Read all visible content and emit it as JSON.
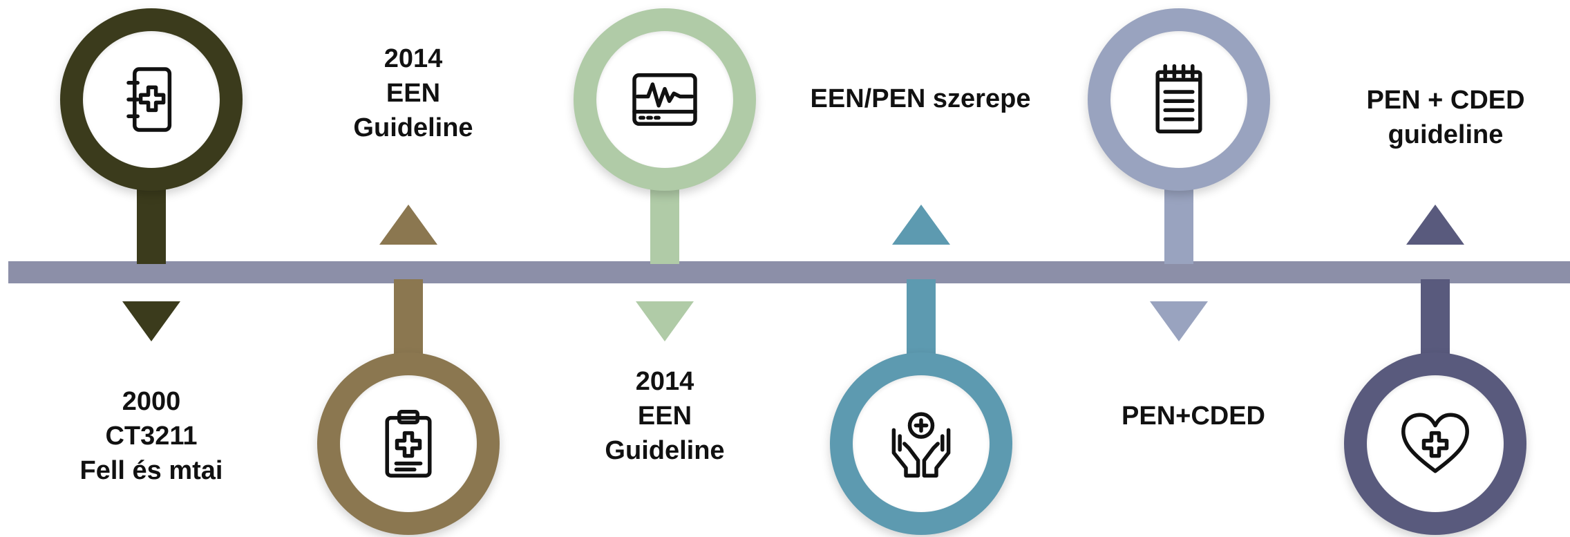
{
  "colors": {
    "axis": "#8c8fa8",
    "m1": "#3b3b1c",
    "m2": "#8b7750",
    "m3": "#b0cba7",
    "m4": "#5d9ab0",
    "m5": "#99a3bf",
    "m6": "#595a7d"
  },
  "milestones": [
    {
      "icon": "medical-notebook-icon",
      "lines": [
        "2000",
        "CT3211",
        "Fell és mtai"
      ]
    },
    {
      "icon": "medical-clipboard-icon",
      "lines": [
        "2014",
        "EEN",
        "Guideline"
      ]
    },
    {
      "icon": "heart-monitor-icon",
      "lines": [
        "2014",
        "EEN",
        "Guideline"
      ]
    },
    {
      "icon": "hands-care-icon",
      "lines": [
        "EEN/PEN szerepe"
      ]
    },
    {
      "icon": "notepad-icon",
      "lines": [
        "PEN+CDED"
      ]
    },
    {
      "icon": "heart-cross-icon",
      "lines": [
        "PEN + CDED",
        "guideline"
      ]
    }
  ]
}
